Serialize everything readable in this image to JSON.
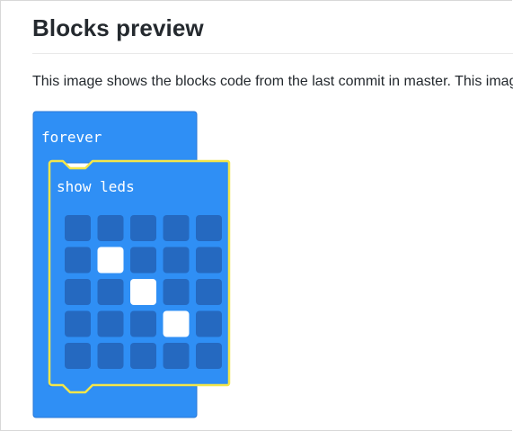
{
  "page": {
    "title": "Blocks preview",
    "description": "This image shows the blocks code from the last commit in master. This image may take a few minutes to refresh."
  },
  "blocks": {
    "outer_label": "forever",
    "inner_label": "show leds",
    "leds": [
      [
        0,
        0,
        0,
        0,
        0
      ],
      [
        0,
        1,
        0,
        0,
        0
      ],
      [
        0,
        0,
        1,
        0,
        0
      ],
      [
        0,
        0,
        0,
        1,
        0
      ],
      [
        0,
        0,
        0,
        0,
        0
      ]
    ],
    "colors": {
      "block": "#2f8ff5",
      "block_border": "#2977d6",
      "selected_outline": "#f3e64a",
      "led_off": "#2569c0",
      "led_on": "#ffffff"
    }
  }
}
